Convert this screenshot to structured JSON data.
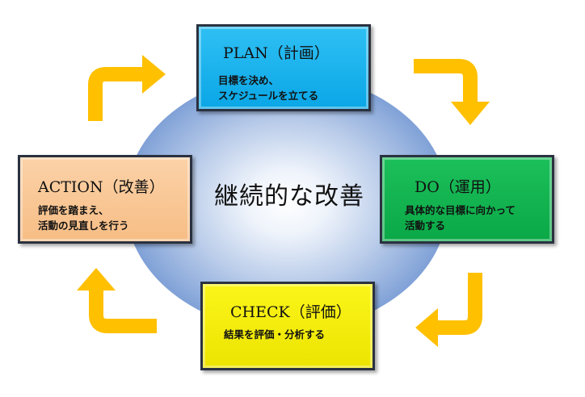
{
  "center": {
    "title": "継続的な改善"
  },
  "boxes": {
    "plan": {
      "title": "PLAN（計画）",
      "line1": "目標を決め、",
      "line2": "スケジュールを立てる",
      "color": "#0aa6e6"
    },
    "do": {
      "title": "DO（運用）",
      "line1": "具体的な目標に向かって",
      "line2": "活動する",
      "color": "#0aa847"
    },
    "check": {
      "title": "CHECK（評価）",
      "line1": "結果を評価・分析する",
      "line2": "",
      "color": "#ece400"
    },
    "action": {
      "title": "ACTION（改善）",
      "line1": "評価を踏まえ、",
      "line2": "活動の見直しを行う",
      "color": "#f7bd85"
    }
  },
  "arrows": {
    "color": "#ffc000",
    "count": 4,
    "direction": "clockwise"
  }
}
